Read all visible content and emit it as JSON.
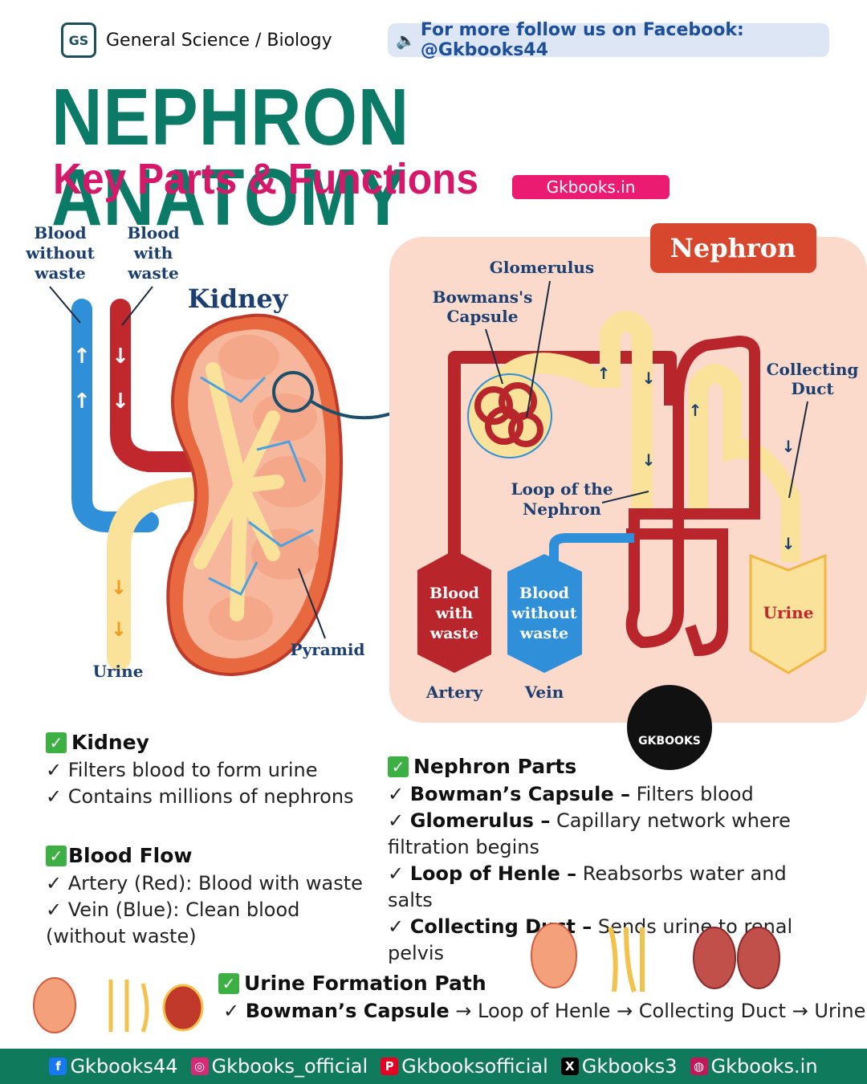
{
  "header": {
    "badge": "GS",
    "subject": "General Science / Biology",
    "facebook_note": "For  more follow us on Facebook: @Gkbooks44",
    "title": "NEPHRON ANATOMY",
    "subtitle": "Key Parts & Functions",
    "site": "Gkbooks.in"
  },
  "diagram": {
    "blood_without_waste_top": [
      "Blood",
      "without",
      "waste"
    ],
    "blood_with_waste_top": [
      "Blood",
      "with",
      "waste"
    ],
    "kidney": "Kidney",
    "urine_left": "Urine",
    "pyramid": "Pyramid",
    "nephron_title": "Nephron",
    "glomerulus": "Glomerulus",
    "bowmans": [
      "Bowmans's",
      "Capsule"
    ],
    "collecting_duct": [
      "Collecting",
      "Duct"
    ],
    "loop": [
      "Loop of the",
      "Nephron"
    ],
    "artery_box": [
      "Blood",
      "with",
      "waste"
    ],
    "vein_box": [
      "Blood",
      "without",
      "waste"
    ],
    "urine_box": "Urine",
    "artery": "Artery",
    "vein": "Vein",
    "logo_text": "GKBOOKS"
  },
  "sections": {
    "kidney": {
      "heading": "Kidney",
      "items": [
        "Filters blood to form urine",
        "Contains millions of nephrons"
      ]
    },
    "blood_flow": {
      "heading": "Blood Flow",
      "items": [
        "Artery (Red): Blood with waste",
        "Vein (Blue): Clean blood",
        "(without waste)"
      ]
    },
    "nephron_parts": {
      "heading": "Nephron Parts",
      "items": [
        {
          "term": "Bowman’s Capsule –",
          "desc": " Filters blood"
        },
        {
          "term": "Glomerulus –",
          "desc": " Capillary network where"
        },
        {
          "term": "",
          "desc": "filtration begins"
        },
        {
          "term": "Loop of Henle –",
          "desc": " Reabsorbs water and salts"
        },
        {
          "term": "Collecting Duct –",
          "desc": " Sends urine to renal"
        },
        {
          "term": "",
          "desc": "pelvis"
        }
      ]
    },
    "urine_path": {
      "heading": "Urine Formation Path",
      "start": "Bowman’s Capsule",
      "rest": " → Loop of Henle → Collecting Duct → Urine"
    }
  },
  "footer": [
    {
      "icon": "facebook-icon",
      "glyph": "f",
      "color": "#1877f2",
      "label": "Gkbooks44"
    },
    {
      "icon": "instagram-icon",
      "glyph": "◎",
      "color": "#d62976",
      "label": "Gkbooks_official"
    },
    {
      "icon": "pinterest-icon",
      "glyph": "P",
      "color": "#e60023",
      "label": "Gkbooksofficial"
    },
    {
      "icon": "x-icon",
      "glyph": "X",
      "color": "#000000",
      "label": "Gkbooks3"
    },
    {
      "icon": "web-icon",
      "glyph": "◍",
      "color": "#c2185b",
      "label": "Gkbooks.in"
    }
  ],
  "colors": {
    "title": "#0b7a66",
    "subtitle": "#d6186a",
    "artery_red": "#c0282d",
    "vein_blue": "#2f8fd8",
    "urine_yellow": "#fbe29a",
    "footer": "#0f7a5c"
  }
}
